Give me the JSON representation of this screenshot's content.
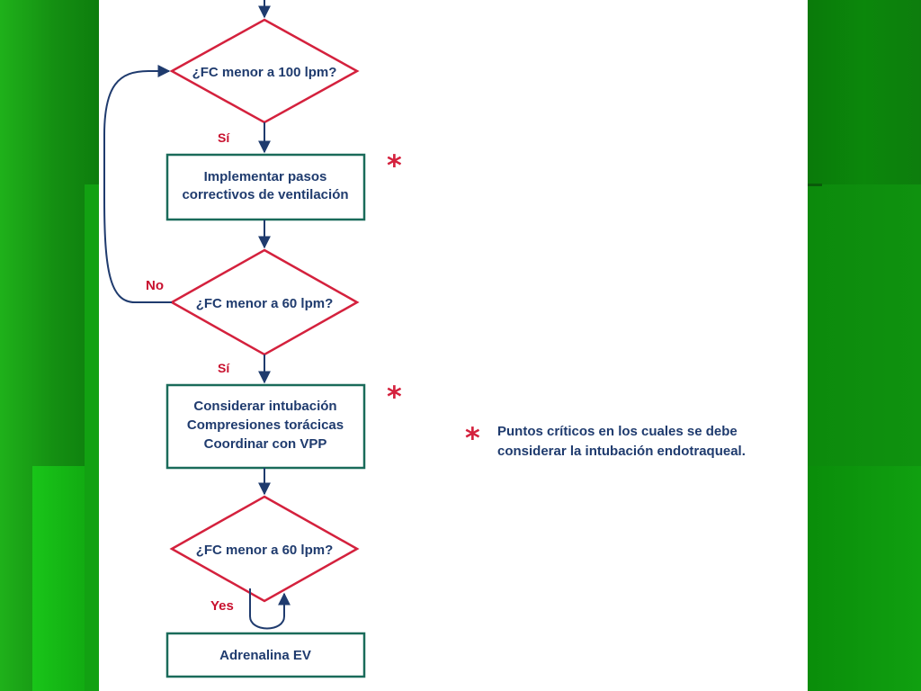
{
  "nodes": {
    "decision_hr_100": "¿FC menor a 100 lpm?",
    "box_ventilation": [
      "Implementar pasos",
      "correctivos de ventilación"
    ],
    "decision_hr_60_first": "¿FC menor a 60 lpm?",
    "box_intubation": [
      "Considerar intubación",
      "Compresiones torácicas",
      "Coordinar con VPP"
    ],
    "decision_hr_60_second": "¿FC menor a 60 lpm?",
    "box_adrenaline": "Adrenalina EV"
  },
  "edge_labels": {
    "yes_1": "Sí",
    "no_loop": "No",
    "yes_2": "Sí",
    "yes_3": "Yes"
  },
  "marker": "*",
  "note": [
    "Puntos críticos en los cuales se debe",
    "considerar la intubación endotraqueal."
  ],
  "colors": {
    "decision_border": "#d4213d",
    "box_border": "#1a6b5a",
    "arrow": "#1f3b6e",
    "text": "#1f3b6e",
    "label": "#c8102e",
    "background_green": "#0a8a0a"
  }
}
